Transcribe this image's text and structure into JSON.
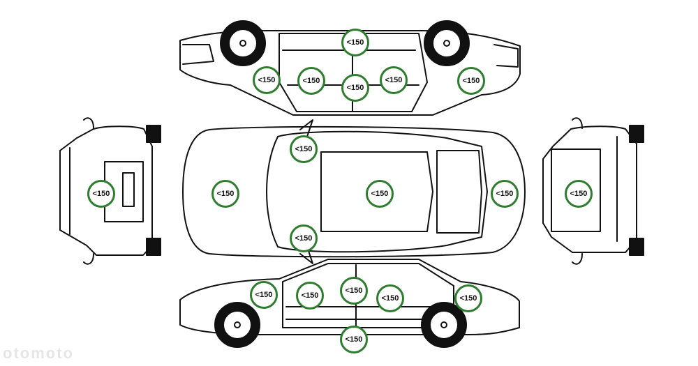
{
  "accent_color": "#2e7d2e",
  "readings": [
    "<150",
    "<150",
    "<150",
    "<150",
    "<150",
    "<150",
    "<150",
    "<150",
    "<150",
    "<150",
    "<150",
    "<150",
    "<150",
    "<150",
    "<150",
    "<150",
    "<150",
    "<150",
    "<150"
  ],
  "watermark": "otomoto"
}
